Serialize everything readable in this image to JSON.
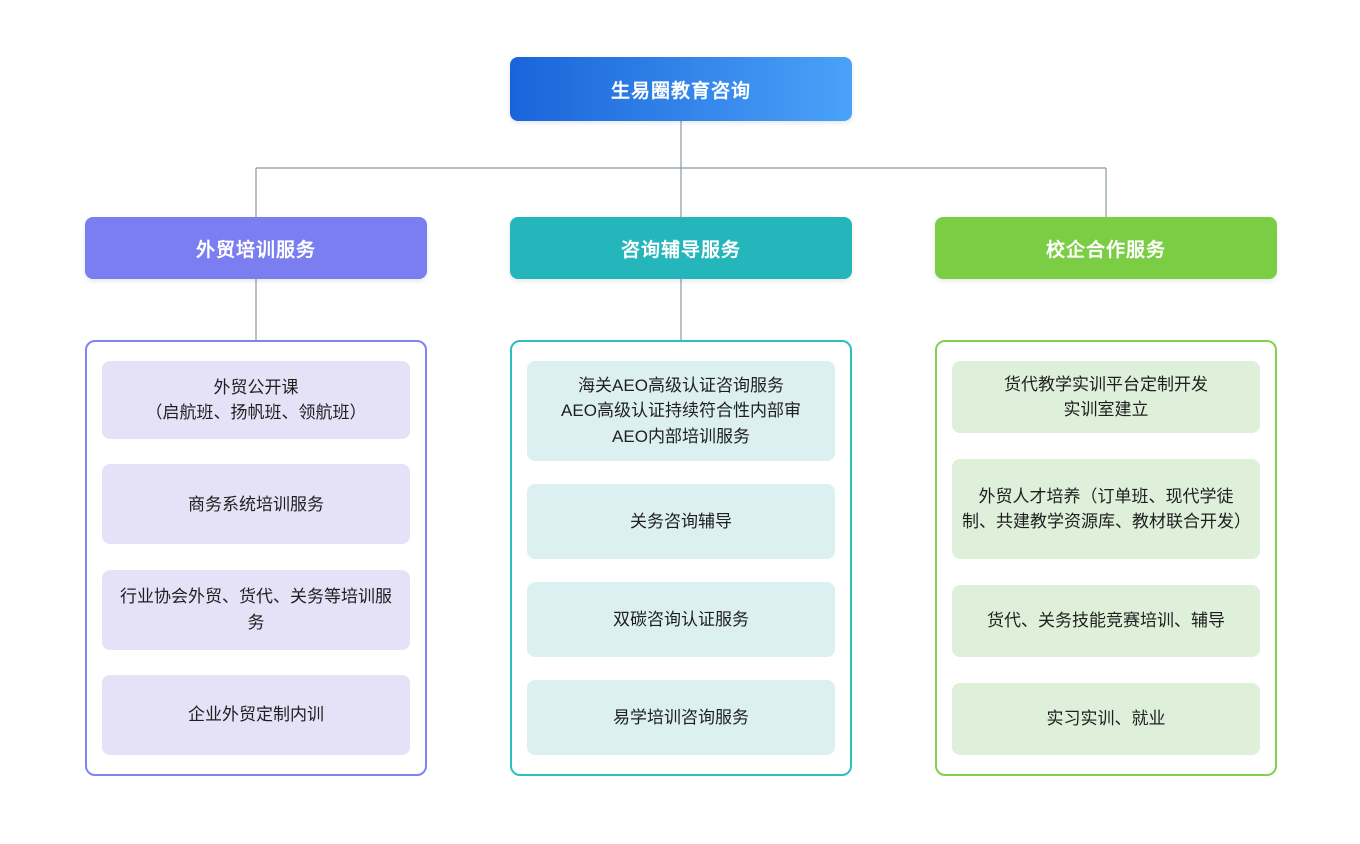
{
  "root": {
    "label": "生易圈教育咨询",
    "gradient_start": "#1a64da",
    "gradient_end": "#4aa2f8",
    "text_color": "#ffffff"
  },
  "connector_color": "#8b98a5",
  "branches": [
    {
      "label": "外贸培训服务",
      "header_color": "#7b7ef0",
      "panel_border_color": "#8084f1",
      "item_bg_color": "#e5e2f8",
      "items": [
        {
          "text": "外贸公开课\n（启航班、扬帆班、领航班）"
        },
        {
          "text": "商务系统培训服务"
        },
        {
          "text": "行业协会外贸、货代、关务等培训服务"
        },
        {
          "text": "企业外贸定制内训"
        }
      ]
    },
    {
      "label": "咨询辅导服务",
      "header_color": "#24b6bb",
      "panel_border_color": "#2cbfc1",
      "item_bg_color": "#dcf0f2",
      "items": [
        {
          "text": "海关AEO高级认证咨询服务\nAEO高级认证持续符合性内部审\nAEO内部培训服务"
        },
        {
          "text": "关务咨询辅导"
        },
        {
          "text": "双碳咨询认证服务"
        },
        {
          "text": "易学培训咨询服务"
        }
      ]
    },
    {
      "label": "校企合作服务",
      "header_color": "#7bce43",
      "panel_border_color": "#80d14d",
      "item_bg_color": "#def0d9",
      "items": [
        {
          "text": "货代教学实训平台定制开发\n实训室建立"
        },
        {
          "text": "外贸人才培养（订单班、现代学徒制、共建教学资源库、教材联合开发）"
        },
        {
          "text": "货代、关务技能竞赛培训、辅导"
        },
        {
          "text": "实习实训、就业"
        }
      ]
    }
  ]
}
